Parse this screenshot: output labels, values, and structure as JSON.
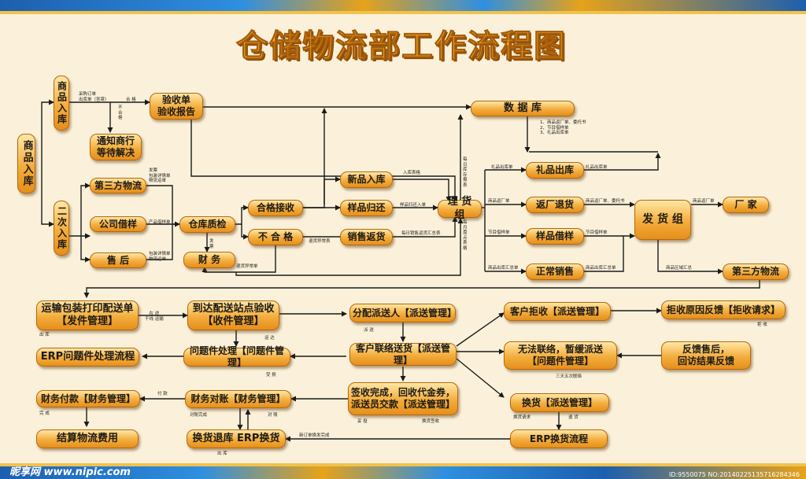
{
  "title": "仓储物流部工作流程图",
  "boxes": {
    "spin": "商品入库",
    "sprk": "商品入库",
    "ecrk": "二次入库",
    "ysd": "验收单\n验收报告",
    "tzsh": "通知商行\n等待解决",
    "dsfwl": "第三方物流",
    "gsjy": "公司借样",
    "sh": "售 后",
    "ckzj": "仓库质检",
    "cw": "财 务",
    "hgjs": "合格接收",
    "bhg": "不 合 格",
    "xprk": "新品入库",
    "ypgh": "样品归还",
    "xsfh": "销售返货",
    "lhz": "理 货 组",
    "sjk": "数  据  库",
    "lpck": "礼品出库",
    "fcth": "返厂退货",
    "ypjy": "样品借样",
    "zcxs": "正常销售",
    "fhz": "发 货 组",
    "cj": "厂  家",
    "dsfwl2": "第三方物流",
    "ysbz": "运输包装打印配送单\n【发件管理】",
    "ddps": "到达配送站点验收\n【收件管理】",
    "fpps": "分配派送人【派送管理】",
    "khjs": "客户拒收【派送管理】",
    "jjyy": "拒收原因反馈【拒收请求】",
    "erpwt": "ERP问题件处理流程",
    "wtjcl": "问题件处理【问题件管理】",
    "khlx": "客户联络送货【派送管理】",
    "wflx": "无法联络，暂缓派送\n【问题件管理】",
    "fksh": "反馈售后，\n回访结果反馈",
    "cwfk": "财务付款【财务管理】",
    "cwdz": "财务对账【财务管理】",
    "qswc": "签收完成，回收代金券，\n派送员交款【派送管理】",
    "hh": "换货【派送管理】",
    "jswl": "结算物流费用",
    "hhtk": "换货退库  ERP换货",
    "erphh": "ERP换货流程"
  },
  "labels": {
    "l1": "采购订单\n出库单（答章）",
    "l2": "合  格",
    "l3": "不\n合\n格",
    "l4": "发票\n包装详情单\n物流运单",
    "l5": "产品借样单",
    "l6": "包装详情单\n物流运单",
    "l7": "发\n票",
    "l8": "退货异常表",
    "l9": "退货异常单",
    "l10": "入库表格",
    "l11": "样品归还入单",
    "l12": "每日销售返货汇总表",
    "l13": "每\n日\n库\n存\n报\n表",
    "l14": "每\n月\n盘\n点\n表\n格",
    "l15": "1、商品返厂单、委托书\n2、节目借样单\n3、礼品出库单",
    "l16": "礼品出库单",
    "l17": "礼品出库单",
    "l18": "商品返厂单",
    "l19": "商品返厂单、委托书",
    "l20": "节目借样单",
    "l21": "节目借样单",
    "l22": "商品出库汇总单",
    "l23": "商品出库汇总单",
    "l24": "商品返厂单",
    "l25": "商品区域汇总",
    "l26": "在  途\n干线 运输",
    "l27": "出  库",
    "l28": "运  达",
    "l29": "派  送",
    "l30": "受  损",
    "l31": "拒  收",
    "l32": "三天五次联络",
    "l33": "付  款",
    "l34": "对账完成",
    "l35": "对  账",
    "l36": "完  成",
    "l37": "妥  投",
    "l38": "换货签收",
    "l39": "换货请求",
    "l40": "退  货",
    "l41": "新订单换发完成",
    "l42": "出  库"
  },
  "footer": {
    "left": "昵享网 www.nipic.com",
    "right": "ID:9550075 NO:20140225135716284346"
  }
}
